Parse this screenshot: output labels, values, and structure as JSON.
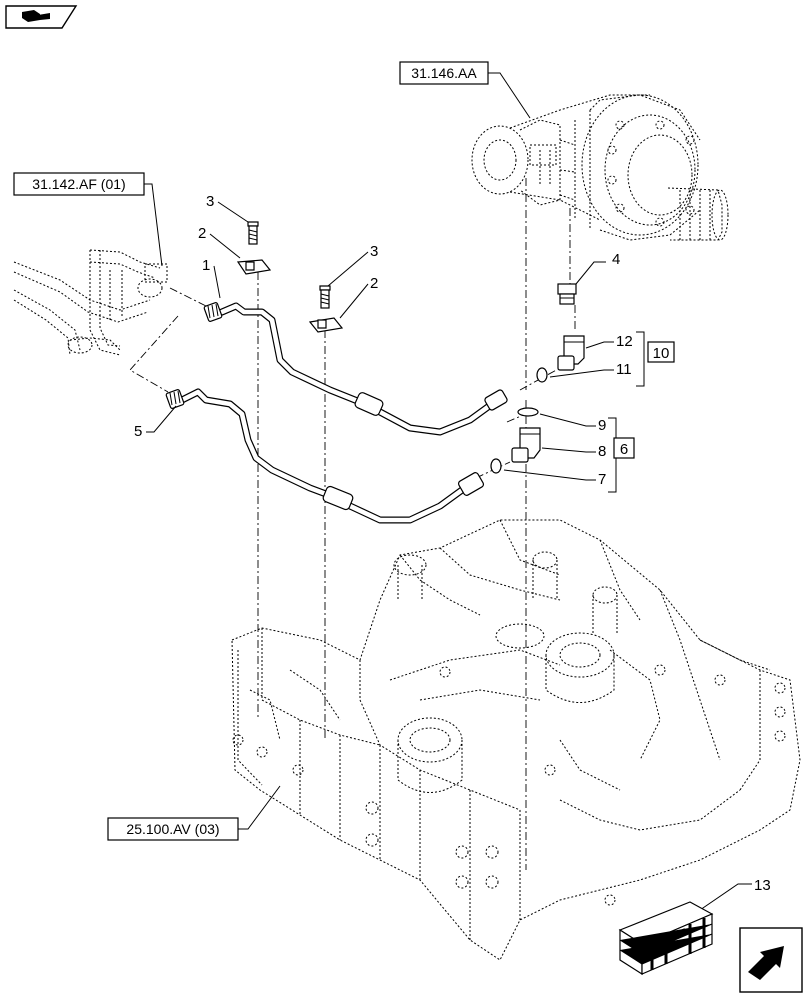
{
  "references": {
    "axle_support": "31.146.AA",
    "left_assembly": "31.142.AF (01)",
    "frame": "25.100.AV (03)"
  },
  "callouts": {
    "c1": "1",
    "c2a": "2",
    "c2b": "2",
    "c3a": "3",
    "c3b": "3",
    "c4": "4",
    "c5": "5",
    "c6": "6",
    "c7": "7",
    "c8": "8",
    "c9": "9",
    "c10": "10",
    "c11": "11",
    "c12": "12",
    "c13": "13"
  },
  "icons": {
    "top_left": "book-tab-icon",
    "bottom_right": "next-page-arrow-icon"
  }
}
